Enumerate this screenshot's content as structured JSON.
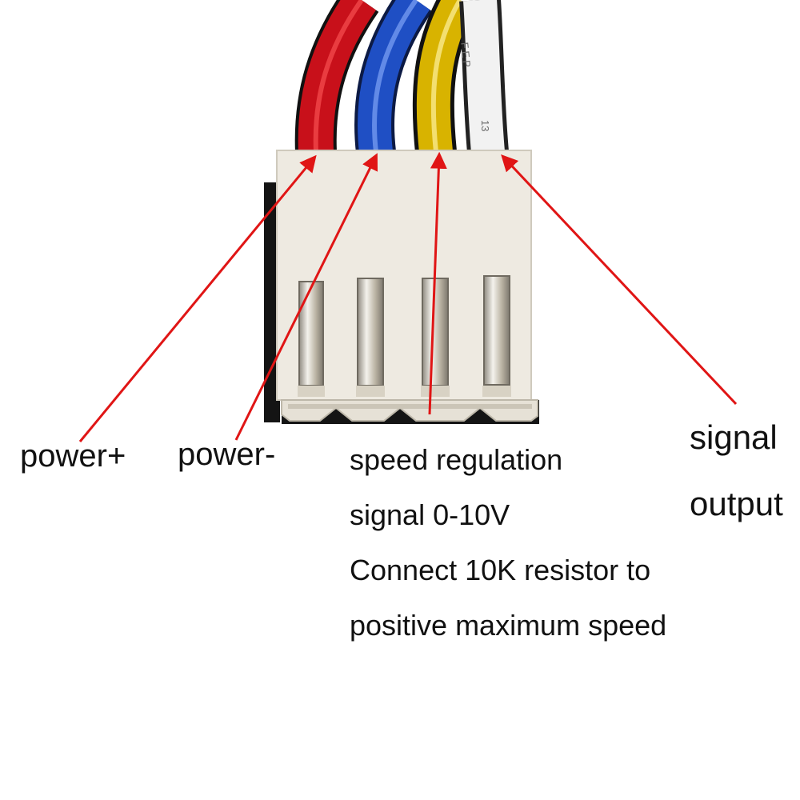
{
  "labels": {
    "power_plus": "power+",
    "power_minus": "power-",
    "speed_regulation": [
      "speed regulation",
      "signal 0-10V",
      "Connect 10K resistor to",
      "positive maximum speed"
    ],
    "signal_output": [
      "signal",
      "output"
    ]
  },
  "wire_print": {
    "fep": "FEP",
    "number": "13"
  },
  "colors": {
    "arrow": "#e01515",
    "wire_red": "#c8101a",
    "wire_blue": "#1f4fc4",
    "wire_yellow": "#d8b300",
    "wire_white": "#f2f2f2",
    "wire_black": "#121212",
    "housing": "#eeeae1",
    "pin": "#cfc8b8"
  }
}
